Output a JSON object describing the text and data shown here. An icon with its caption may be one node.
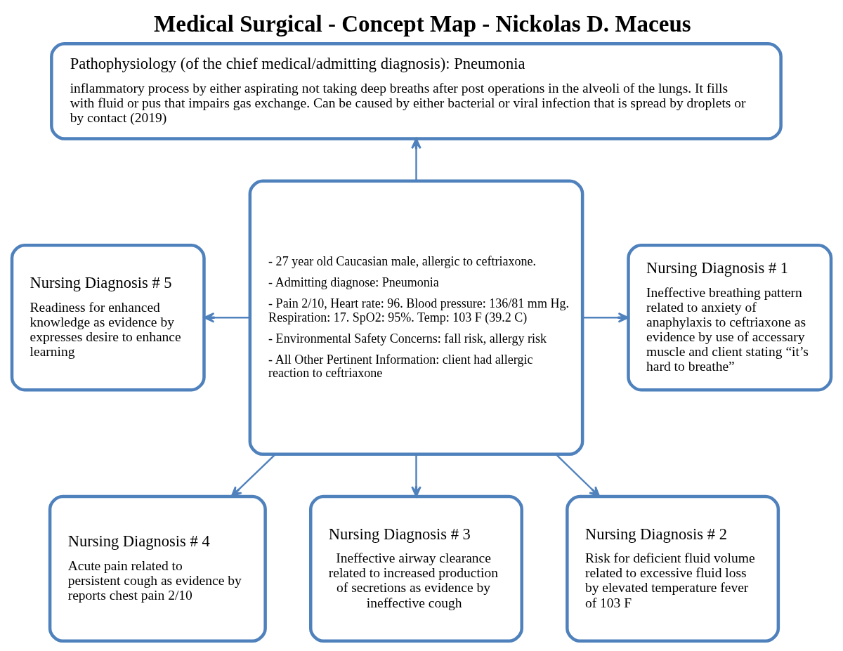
{
  "diagram": {
    "title": "Medical Surgical - Concept Map - Nickolas D. Maceus",
    "nodes": [
      {
        "text": [
          "Pathophysiology (of the chief medical/admitting diagnosis): Pneumonia",
          "inflammatory process by either aspirating not taking deep breaths after post operations in the alveoli of the lungs. It fills with fluid or pus that impairs gas exchange. Can be caused by either bacterial or viral infection that is spread by droplets or by contact (2019)"
        ]
      },
      {
        "text": [
          "- 27 year old Caucasian male, allergic to ceftriaxone.",
          "- Admitting diagnose: Pneumonia",
          "- Pain 2/10, Heart rate: 96. Blood pressure: 136/81 mm Hg. Respiration: 17. SpO2: 95%. Temp: 103 F (39.2 C)",
          "- Environmental Safety Concerns: fall risk, allergy risk",
          "- All Other Pertinent Information: client had allergic reaction to ceftriaxone"
        ]
      },
      {
        "text": [
          "Nursing Diagnosis # 5",
          "Readiness for enhanced knowledge as evidence by expresses desire to enhance learning"
        ]
      },
      {
        "text": [
          "Nursing Diagnosis # 1",
          "Ineffective breathing pattern related to anxiety of anaphylaxis to ceftriaxone as evidence by use of accessary muscle and client stating “it’s hard to breathe”"
        ]
      },
      {
        "text": [
          "Nursing Diagnosis # 4",
          "Acute pain related to persistent cough as evidence by reports chest pain 2/10"
        ]
      },
      {
        "text": [
          "Nursing Diagnosis # 2",
          "Risk for deficient fluid volume related to excessive fluid loss by elevated temperature fever of 103 F"
        ]
      },
      {
        "text": [
          "Nursing Diagnosis # 3",
          "Ineffective airway clearance related to increased production of secretions as evidence by ineffective cough"
        ]
      }
    ],
    "edges": [
      {
        "from": 1,
        "to": 0,
        "arrow": "to"
      },
      {
        "from": 1,
        "to": 2,
        "arrow": "to"
      },
      {
        "from": 1,
        "to": 3,
        "arrow": "to"
      },
      {
        "from": 1,
        "to": 4,
        "arrow": "to"
      },
      {
        "from": 1,
        "to": 6,
        "arrow": "to"
      },
      {
        "from": 1,
        "to": 5,
        "arrow": "to"
      }
    ]
  }
}
